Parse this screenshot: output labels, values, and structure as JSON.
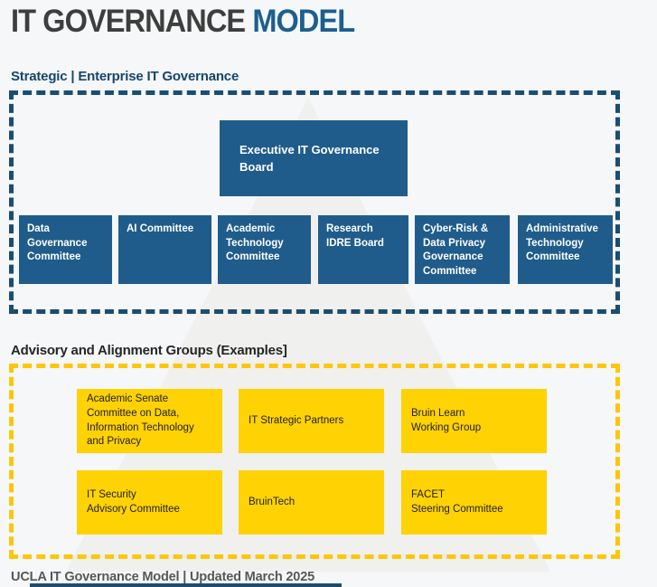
{
  "title": {
    "text_dark": "IT GOVERNANCE",
    "text_accent": "MODEL"
  },
  "strategic": {
    "heading": "Strategic | Enterprise IT Governance",
    "executive_board": "Executive IT Governance\nBoard",
    "committees": [
      "Data Governance\nCommittee",
      "AI Committee",
      "Academic\nTechnology\nCommittee",
      "Research\nIDRE Board",
      "Cyber-Risk &\nData Privacy\nGovernance\nCommittee",
      "Administrative\nTechnology\nCommittee"
    ]
  },
  "advisory": {
    "heading": "Advisory and Alignment Groups (Examples]",
    "row1": [
      "Academic Senate\nCommittee on Data,\nInformation Technology\nand Privacy",
      "IT Strategic Partners",
      "Bruin Learn\nWorking Group"
    ],
    "row2": [
      "IT Security\nAdvisory Committee",
      "BruinTech",
      "FACET\nSteering Committee"
    ]
  },
  "footer": {
    "text": "UCLA IT Governance Model | Updated March 2025"
  },
  "colors": {
    "background": "#f5f7f8",
    "watermark_triangle": "#f0f0ee",
    "title_dark": "#3e3e3e",
    "title_accent_blue": "#1c5f8f",
    "strategic_heading_blue": "#17476b",
    "advisory_heading_dark": "#262626",
    "box_blue": "#1f5c8b",
    "dashed_blue": "#1b4d73",
    "box_gold": "#ffd204",
    "dashed_gold": "#fec60b",
    "footer_gray": "#57585a"
  }
}
